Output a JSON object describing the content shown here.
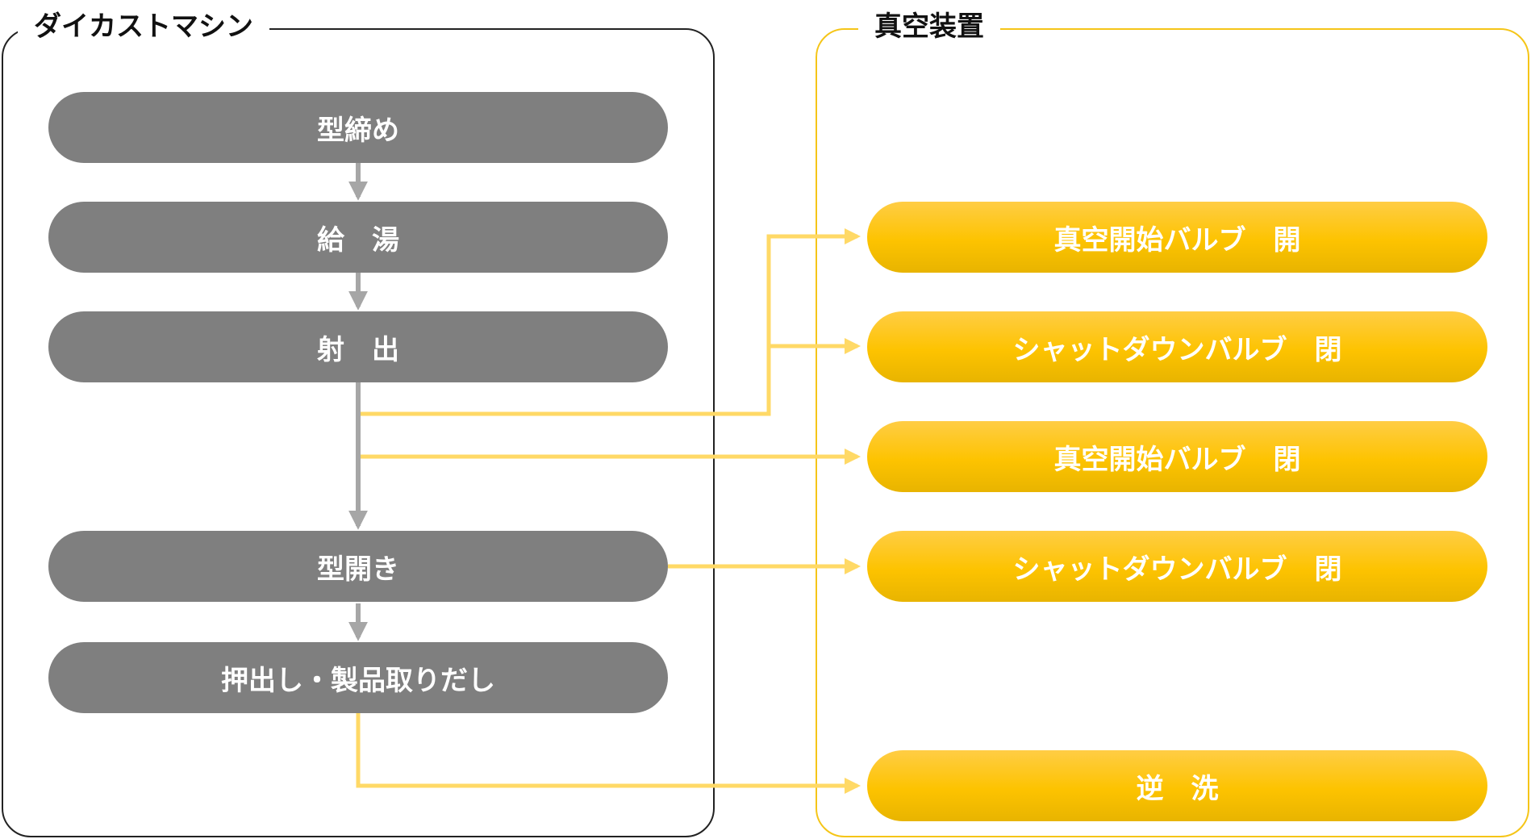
{
  "diagram": {
    "groups": [
      {
        "id": "machine",
        "title": "ダイカストマシン"
      },
      {
        "id": "vacuum",
        "title": "真空装置"
      }
    ],
    "machine_steps": [
      {
        "id": "mold-clamping",
        "label": "型締め"
      },
      {
        "id": "pouring",
        "label": "給　湯"
      },
      {
        "id": "injection",
        "label": "射　出"
      },
      {
        "id": "mold-opening",
        "label": "型開き"
      },
      {
        "id": "ejection",
        "label": "押出し・製品取りだし"
      }
    ],
    "vacuum_steps": [
      {
        "id": "vacuum-start-valve-open",
        "label": "真空開始バルブ　開"
      },
      {
        "id": "shutdown-valve-close-1",
        "label": "シャットダウンバルブ　閉"
      },
      {
        "id": "vacuum-start-valve-close",
        "label": "真空開始バルブ　閉"
      },
      {
        "id": "shutdown-valve-close-2",
        "label": "シャットダウンバルブ　閉"
      },
      {
        "id": "backwash",
        "label": "逆　洗"
      }
    ],
    "flow_edges": [
      {
        "from": "mold-clamping",
        "to": "pouring"
      },
      {
        "from": "pouring",
        "to": "injection"
      },
      {
        "from": "injection",
        "to": "mold-opening"
      },
      {
        "from": "mold-opening",
        "to": "ejection"
      }
    ],
    "signal_edges": [
      {
        "from": "injection",
        "to": "vacuum-start-valve-open"
      },
      {
        "from": "injection",
        "to": "shutdown-valve-close-1"
      },
      {
        "from": "injection",
        "to": "vacuum-start-valve-close"
      },
      {
        "from": "mold-opening",
        "to": "shutdown-valve-close-2"
      },
      {
        "from": "ejection",
        "to": "backwash"
      }
    ],
    "colors": {
      "machine_step": "#7f7f7f",
      "vacuum_step": "#fdc300",
      "flow_arrow": "#a6a6a6",
      "signal_arrow": "#ffd966",
      "machine_border": "#222222",
      "vacuum_border": "#f5c518"
    }
  }
}
